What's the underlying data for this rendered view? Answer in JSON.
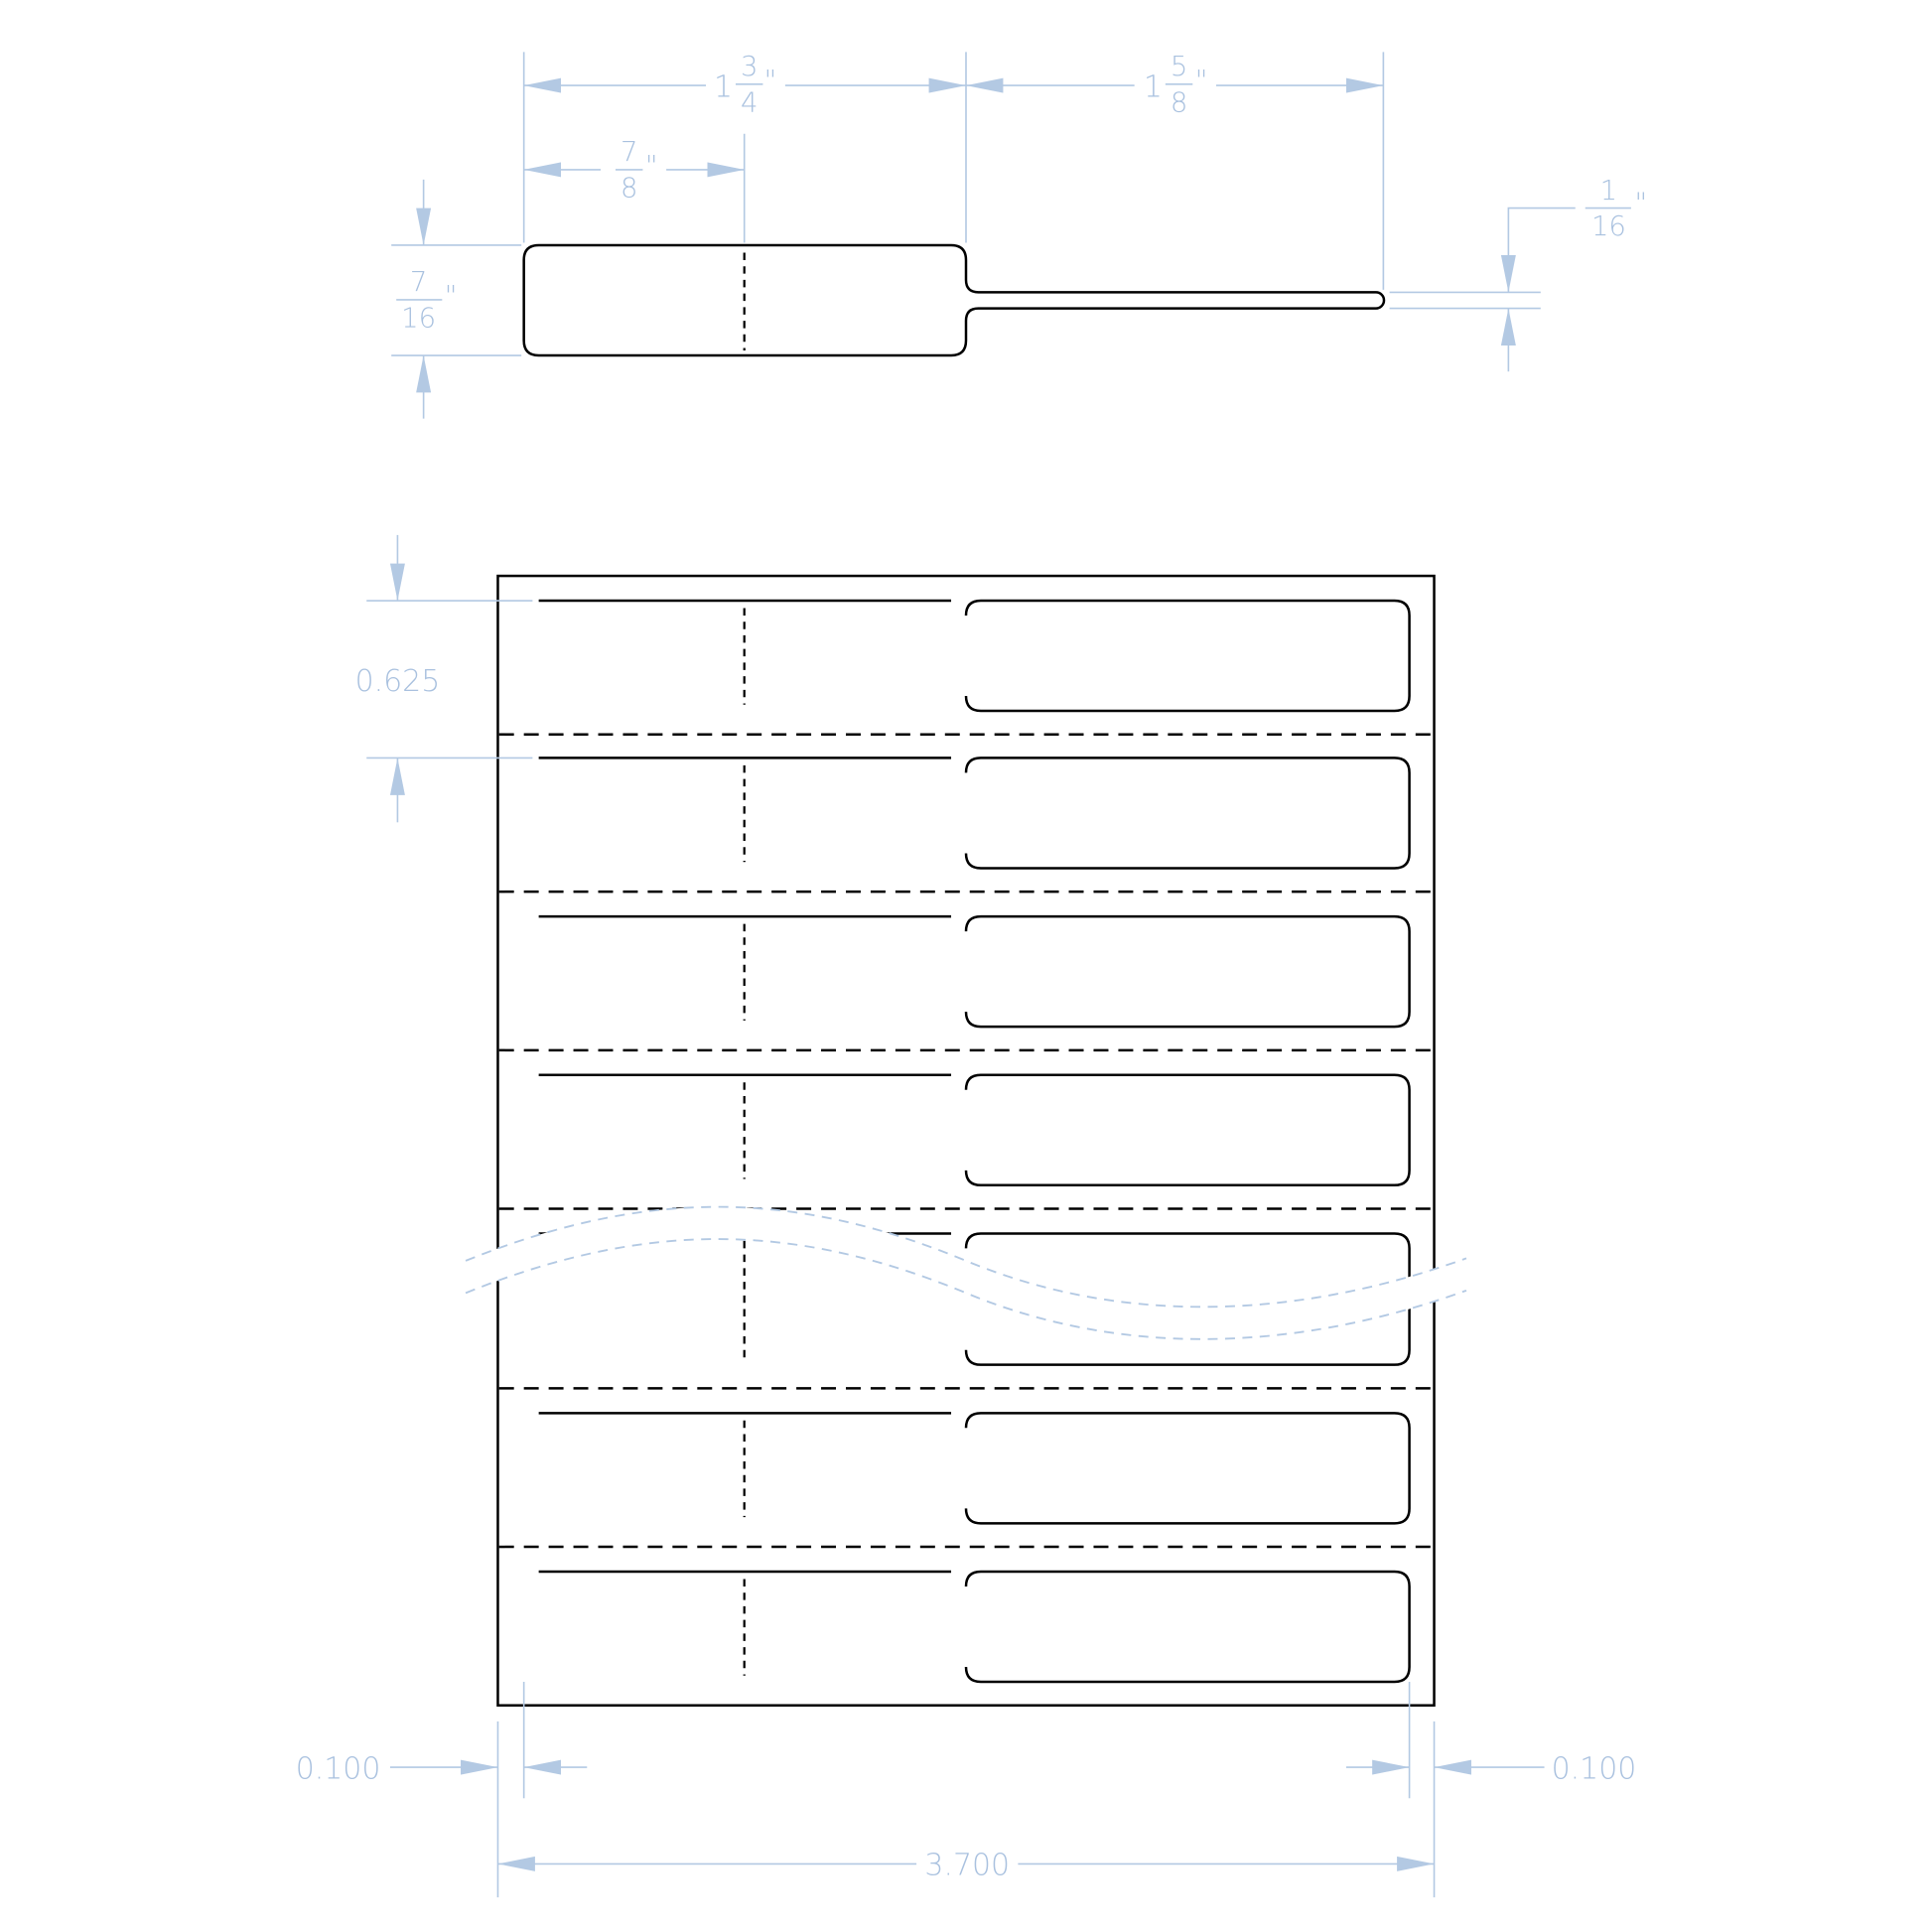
{
  "title": "Jewelry tag label sheet dimensions",
  "colors": {
    "dimension": "#b3c9e3",
    "outline": "#000000"
  },
  "single_tag": {
    "body_width": {
      "whole": "1",
      "num": "3",
      "den": "4",
      "unit": "\""
    },
    "tail_length": {
      "whole": "1",
      "num": "5",
      "den": "8",
      "unit": "\""
    },
    "perf_offset": {
      "num": "7",
      "den": "8",
      "unit": "\""
    },
    "height": {
      "num": "7",
      "den": "16",
      "unit": "\""
    },
    "tail_width": {
      "num": "1",
      "den": "16",
      "unit": "\""
    }
  },
  "sheet": {
    "row_pitch": "0.625",
    "left_margin": "0.100",
    "right_margin": "0.100",
    "total_width": "3.700",
    "rows": 7
  }
}
